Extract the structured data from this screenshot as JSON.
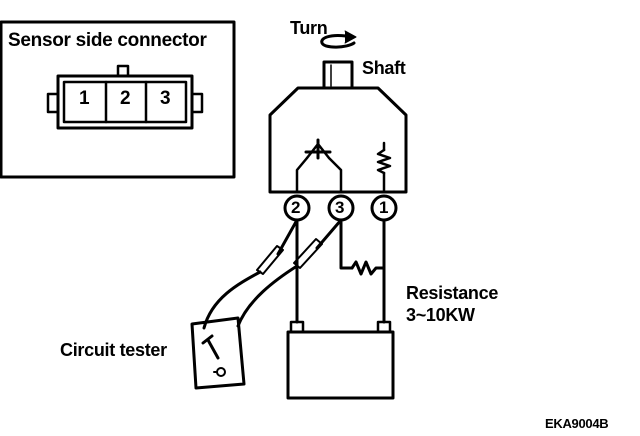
{
  "connector_panel": {
    "title": "Sensor side connector",
    "pins": [
      "1",
      "2",
      "3"
    ]
  },
  "sensor": {
    "rotation_label": "Turn",
    "shaft_label": "Shaft",
    "terminal_numbers": [
      "2",
      "3",
      "1"
    ]
  },
  "resistance": {
    "label_line1": "Resistance",
    "label_line2": "3~10KW"
  },
  "tester": {
    "label": "Circuit tester"
  },
  "figure_code": "EKA9004B"
}
